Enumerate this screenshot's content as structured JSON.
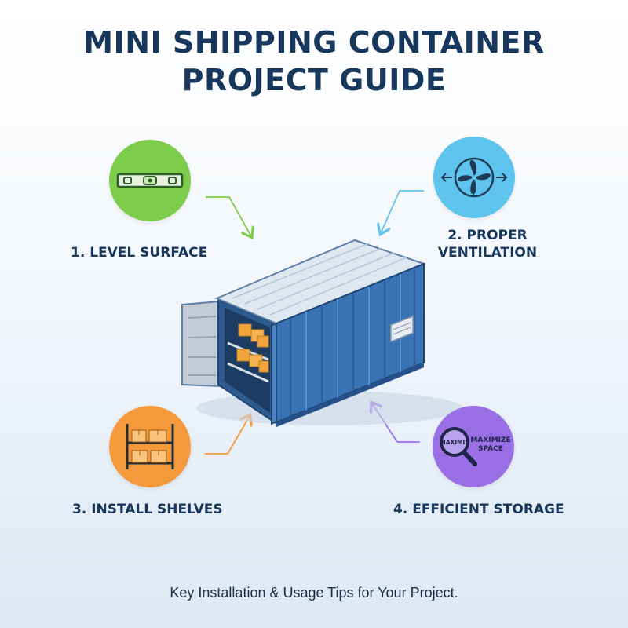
{
  "title": {
    "line1": "MINI SHIPPING CONTAINER",
    "line2": "PROJECT GUIDE"
  },
  "steps": [
    {
      "label": "1. LEVEL SURFACE",
      "icon": "spirit-level-icon",
      "color": "#7dcc4c"
    },
    {
      "label_line1": "2. PROPER",
      "label_line2": "VENTILATION",
      "icon": "fan-icon",
      "color": "#5ec4ee"
    },
    {
      "label": "3. INSTALL SHELVES",
      "icon": "shelves-icon",
      "color": "#f59a3c"
    },
    {
      "label": "4. EFFICIENT STORAGE",
      "icon": "magnifier-icon",
      "color": "#9a6fe6",
      "icon_text_left": "MAXIMIS",
      "icon_text_right_line1": "MAXIMIZE",
      "icon_text_right_line2": "SPACE"
    }
  ],
  "illustration": "shipping-container-icon",
  "footer": "Key Installation & Usage Tips for Your Project."
}
